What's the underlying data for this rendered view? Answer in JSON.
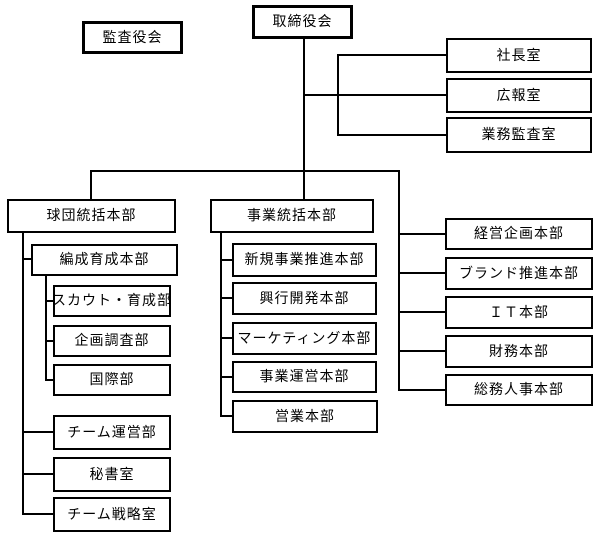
{
  "org": {
    "audit_board": "監査役会",
    "board": "取締役会",
    "board_offices": [
      "社長室",
      "広報室",
      "業務監査室"
    ],
    "baseball_division": {
      "head": "球団統括本部",
      "development": {
        "head": "編成育成本部",
        "departments": [
          "スカウト・育成部",
          "企画調査部",
          "国際部"
        ]
      },
      "departments": [
        "チーム運営部",
        "秘書室",
        "チーム戦略室"
      ]
    },
    "business_division": {
      "head": "事業統括本部",
      "departments": [
        "新規事業推進本部",
        "興行開発本部",
        "マーケティング本部",
        "事業運営本部",
        "営業本部"
      ]
    },
    "corporate_departments": [
      "経営企画本部",
      "ブランド推進本部",
      "ＩＴ本部",
      "財務本部",
      "総務人事本部"
    ]
  },
  "colors": {
    "line": "#000000",
    "background": "#ffffff",
    "text": "#000000"
  }
}
